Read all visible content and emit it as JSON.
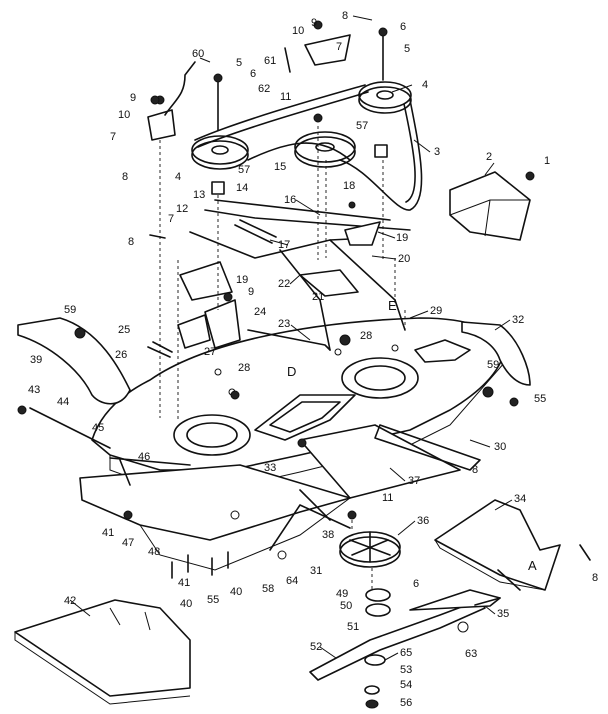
{
  "diagram": {
    "callouts": [
      {
        "id": "c8a",
        "text": "8"
      },
      {
        "id": "c9a",
        "text": "9"
      },
      {
        "id": "c6a",
        "text": "6"
      },
      {
        "id": "c10a",
        "text": "10"
      },
      {
        "id": "c7a",
        "text": "7"
      },
      {
        "id": "c5a",
        "text": "5"
      },
      {
        "id": "c60",
        "text": "60"
      },
      {
        "id": "c5b",
        "text": "5"
      },
      {
        "id": "c6b",
        "text": "6"
      },
      {
        "id": "c61",
        "text": "61"
      },
      {
        "id": "c62",
        "text": "62"
      },
      {
        "id": "c4a",
        "text": "4"
      },
      {
        "id": "c11a",
        "text": "11"
      },
      {
        "id": "c9b",
        "text": "9"
      },
      {
        "id": "c10b",
        "text": "10"
      },
      {
        "id": "c57a",
        "text": "57"
      },
      {
        "id": "c7b",
        "text": "7"
      },
      {
        "id": "c3",
        "text": "3"
      },
      {
        "id": "c8b",
        "text": "8"
      },
      {
        "id": "c4b",
        "text": "4"
      },
      {
        "id": "c57b",
        "text": "57"
      },
      {
        "id": "c15",
        "text": "15"
      },
      {
        "id": "c2",
        "text": "2"
      },
      {
        "id": "c1",
        "text": "1"
      },
      {
        "id": "c13",
        "text": "13"
      },
      {
        "id": "c14",
        "text": "14"
      },
      {
        "id": "c16",
        "text": "16"
      },
      {
        "id": "c18",
        "text": "18"
      },
      {
        "id": "c12",
        "text": "12"
      },
      {
        "id": "c7c",
        "text": "7"
      },
      {
        "id": "c8c",
        "text": "8"
      },
      {
        "id": "c17",
        "text": "17"
      },
      {
        "id": "c19a",
        "text": "19"
      },
      {
        "id": "c22",
        "text": "22"
      },
      {
        "id": "c20",
        "text": "20"
      },
      {
        "id": "c19b",
        "text": "19"
      },
      {
        "id": "c21",
        "text": "21"
      },
      {
        "id": "c9c",
        "text": "9"
      },
      {
        "id": "cE",
        "text": "E"
      },
      {
        "id": "c59a",
        "text": "59"
      },
      {
        "id": "c24",
        "text": "24"
      },
      {
        "id": "c23",
        "text": "23"
      },
      {
        "id": "c29",
        "text": "29"
      },
      {
        "id": "c32",
        "text": "32"
      },
      {
        "id": "c25",
        "text": "25"
      },
      {
        "id": "c28a",
        "text": "28"
      },
      {
        "id": "c39",
        "text": "39"
      },
      {
        "id": "c26",
        "text": "26"
      },
      {
        "id": "c27",
        "text": "27"
      },
      {
        "id": "cD",
        "text": "D"
      },
      {
        "id": "c28b",
        "text": "28"
      },
      {
        "id": "c59b",
        "text": "59"
      },
      {
        "id": "c43",
        "text": "43"
      },
      {
        "id": "c55a",
        "text": "55"
      },
      {
        "id": "c44",
        "text": "44"
      },
      {
        "id": "c45",
        "text": "45"
      },
      {
        "id": "c46",
        "text": "46"
      },
      {
        "id": "c30",
        "text": "30"
      },
      {
        "id": "c33",
        "text": "33"
      },
      {
        "id": "c8d",
        "text": "8"
      },
      {
        "id": "c37",
        "text": "37"
      },
      {
        "id": "c11b",
        "text": "11"
      },
      {
        "id": "c41a",
        "text": "41"
      },
      {
        "id": "c47",
        "text": "47"
      },
      {
        "id": "c34",
        "text": "34"
      },
      {
        "id": "c48",
        "text": "48"
      },
      {
        "id": "c36",
        "text": "36"
      },
      {
        "id": "c38",
        "text": "38"
      },
      {
        "id": "c41b",
        "text": "41"
      },
      {
        "id": "c40a",
        "text": "40"
      },
      {
        "id": "c31",
        "text": "31"
      },
      {
        "id": "c58",
        "text": "58"
      },
      {
        "id": "c64",
        "text": "64"
      },
      {
        "id": "c55b",
        "text": "55"
      },
      {
        "id": "c40b",
        "text": "40"
      },
      {
        "id": "cA",
        "text": "A"
      },
      {
        "id": "c8e",
        "text": "8"
      },
      {
        "id": "c49",
        "text": "49"
      },
      {
        "id": "c6c",
        "text": "6"
      },
      {
        "id": "c50",
        "text": "50"
      },
      {
        "id": "c35",
        "text": "35"
      },
      {
        "id": "c42",
        "text": "42"
      },
      {
        "id": "c51",
        "text": "51"
      },
      {
        "id": "c63",
        "text": "63"
      },
      {
        "id": "c52",
        "text": "52"
      },
      {
        "id": "c65",
        "text": "65"
      },
      {
        "id": "c53",
        "text": "53"
      },
      {
        "id": "c54",
        "text": "54"
      },
      {
        "id": "c56",
        "text": "56"
      }
    ]
  }
}
